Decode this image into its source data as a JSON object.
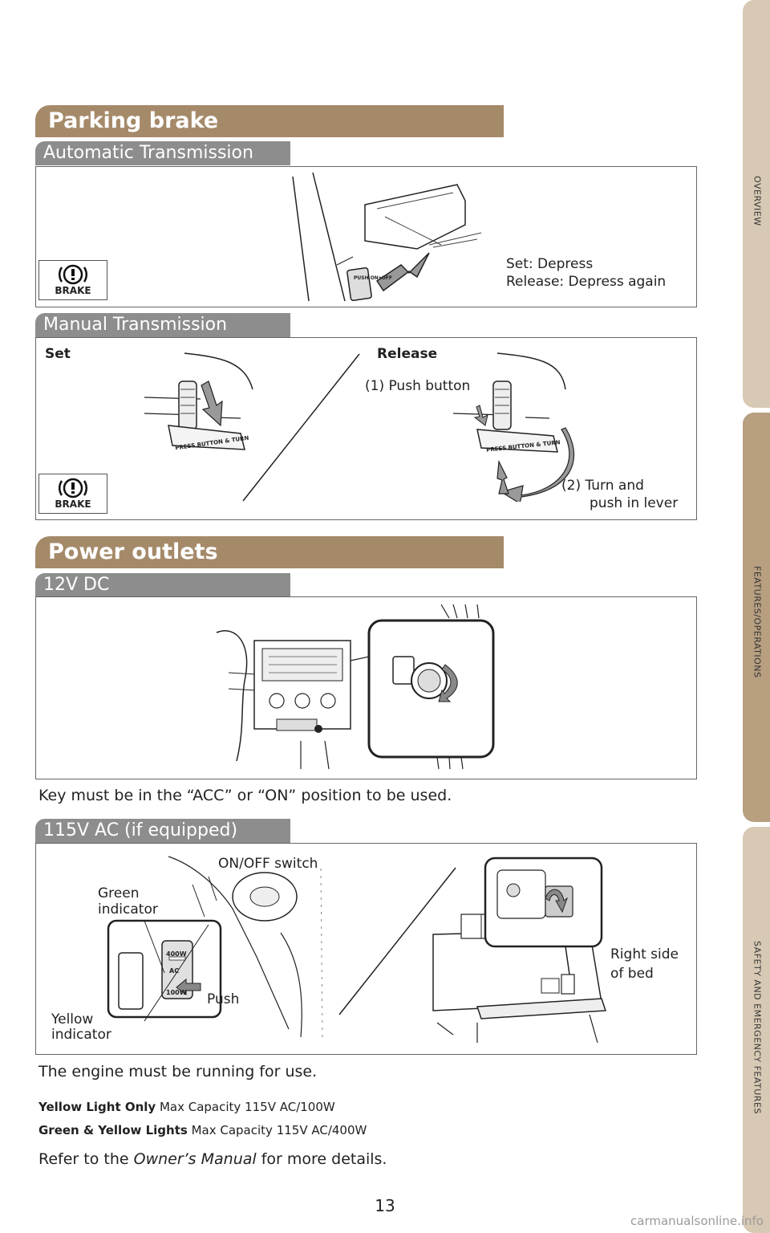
{
  "side_tabs": [
    {
      "label": "OVERVIEW",
      "active": false
    },
    {
      "label": "FEATURES/OPERATIONS",
      "active": true
    },
    {
      "label": "SAFETY AND EMERGENCY FEATURES",
      "active": false
    }
  ],
  "parking_brake": {
    "title": "Parking brake",
    "automatic": {
      "label": "Automatic Transmission",
      "set_text": "Set: Depress",
      "release_text": "Release: Depress again",
      "pedal_label": "PUSH ON•OFF",
      "icon_text": "BRAKE"
    },
    "manual": {
      "label": "Manual Transmission",
      "set_label": "Set",
      "release_label": "Release",
      "step1": "(1) Push button",
      "step2_line1": "(2) Turn and",
      "step2_line2": "push in lever",
      "lever_text": "PRESS BUTTON & TURN",
      "icon_text": "BRAKE"
    }
  },
  "power_outlets": {
    "title": "Power outlets",
    "dc": {
      "label": "12V DC",
      "note": "Key must be in the “ACC” or “ON” position to be used."
    },
    "ac": {
      "label": "115V AC (if equipped)",
      "switch_label": "ON/OFF switch",
      "green_indicator": [
        "Green",
        "indicator"
      ],
      "yellow_indicator": [
        "Yellow",
        "indicator"
      ],
      "push_label": "Push",
      "right_side_label": [
        "Right side",
        "of bed"
      ],
      "switch_text": [
        "400W",
        "AC",
        "100W"
      ],
      "note": "The engine must be running for use.",
      "yellow_only_bold": "Yellow Light Only",
      "yellow_only_text": "Max Capacity 115V AC/100W",
      "green_yellow_bold": "Green & Yellow Lights",
      "green_yellow_text": "Max Capacity 115V AC/400W",
      "refer_pre": "Refer to the ",
      "refer_manual": "Owner’s Manual",
      "refer_post": " for more details."
    }
  },
  "page_number": "13",
  "watermark": "carmanualsonline.info",
  "colors": {
    "section_banner": "#a58a6a",
    "sub_banner": "#8d8d8d",
    "tab_active": "#b79f80",
    "tab_inactive": "#d8c9b4"
  }
}
